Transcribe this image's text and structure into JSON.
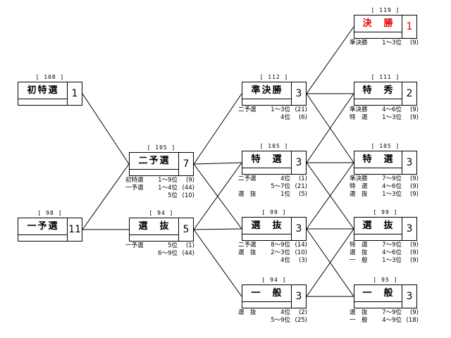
{
  "nodes": {
    "final": {
      "code": "[ 119 ]",
      "name": "決　勝",
      "count": "1",
      "color": "#e00000",
      "notes": [
        {
          "src": "準決勝",
          "rank": "1～3位",
          "num": "(9)"
        }
      ]
    },
    "hatsutoku": {
      "code": "[ 108 ]",
      "name": "初特選",
      "count": "1",
      "notes": []
    },
    "ichiyo": {
      "code": "[ 98 ]",
      "name": "一予選",
      "count": "11",
      "notes": []
    },
    "niyo": {
      "code": "[ 105 ]",
      "name": "二予選",
      "count": "7",
      "notes": [
        {
          "src": "初特選",
          "rank": "1～9位",
          "num": "(9)"
        },
        {
          "src": "一予選",
          "rank": "1～4位",
          "num": "(44)"
        },
        {
          "src": "",
          "rank": "5位",
          "num": "(10)"
        }
      ]
    },
    "senbatsu1": {
      "code": "[ 94 ]",
      "name": "選　抜",
      "count": "5",
      "notes": [
        {
          "src": "一予選",
          "rank": "5位",
          "num": "(1)"
        },
        {
          "src": "",
          "rank": "6～9位",
          "num": "(44)"
        }
      ]
    },
    "junkessho": {
      "code": "[ 112 ]",
      "name": "準決勝",
      "count": "3",
      "notes": [
        {
          "src": "二予選",
          "rank": "1～3位",
          "num": "(21)"
        },
        {
          "src": "",
          "rank": "4位",
          "num": "(6)"
        }
      ]
    },
    "tokusen2": {
      "code": "[ 105 ]",
      "name": "特　選",
      "count": "3",
      "notes": [
        {
          "src": "二予選",
          "rank": "4位",
          "num": "(1)"
        },
        {
          "src": "",
          "rank": "5～7位",
          "num": "(21)"
        },
        {
          "src": "選　抜",
          "rank": "1位",
          "num": "(5)"
        }
      ]
    },
    "senbatsu2": {
      "code": "[ 99 ]",
      "name": "選　抜",
      "count": "3",
      "notes": [
        {
          "src": "二予選",
          "rank": "8～9位",
          "num": "(14)"
        },
        {
          "src": "選　抜",
          "rank": "2～3位",
          "num": "(10)"
        },
        {
          "src": "",
          "rank": "4位",
          "num": "(3)"
        }
      ]
    },
    "ippan2": {
      "code": "[ 94 ]",
      "name": "一　般",
      "count": "3",
      "notes": [
        {
          "src": "選　抜",
          "rank": "4位",
          "num": "(2)"
        },
        {
          "src": "",
          "rank": "5～9位",
          "num": "(25)"
        }
      ]
    },
    "tokushu": {
      "code": "[ 111 ]",
      "name": "特　秀",
      "count": "2",
      "notes": [
        {
          "src": "準決勝",
          "rank": "4～6位",
          "num": "(9)"
        },
        {
          "src": "特　選",
          "rank": "1～3位",
          "num": "(9)"
        }
      ]
    },
    "tokusen3": {
      "code": "[ 105 ]",
      "name": "特　選",
      "count": "3",
      "notes": [
        {
          "src": "準決勝",
          "rank": "7～9位",
          "num": "(9)"
        },
        {
          "src": "特　選",
          "rank": "4～6位",
          "num": "(9)"
        },
        {
          "src": "選　抜",
          "rank": "1～3位",
          "num": "(9)"
        }
      ]
    },
    "senbatsu3": {
      "code": "[ 99 ]",
      "name": "選　抜",
      "count": "3",
      "notes": [
        {
          "src": "特　選",
          "rank": "7～9位",
          "num": "(9)"
        },
        {
          "src": "選　抜",
          "rank": "4～6位",
          "num": "(9)"
        },
        {
          "src": "一　般",
          "rank": "1～3位",
          "num": "(9)"
        }
      ]
    },
    "ippan3": {
      "code": "[ 95 ]",
      "name": "一　般",
      "count": "3",
      "notes": [
        {
          "src": "選　抜",
          "rank": "7～9位",
          "num": "(9)"
        },
        {
          "src": "一　般",
          "rank": "4～9位",
          "num": "(18)"
        }
      ]
    }
  },
  "edges": [
    [
      "hatsutoku",
      "niyo"
    ],
    [
      "ichiyo",
      "niyo"
    ],
    [
      "ichiyo",
      "senbatsu1"
    ],
    [
      "niyo",
      "junkessho"
    ],
    [
      "niyo",
      "tokusen2"
    ],
    [
      "niyo",
      "senbatsu2"
    ],
    [
      "senbatsu1",
      "tokusen2"
    ],
    [
      "senbatsu1",
      "senbatsu2"
    ],
    [
      "senbatsu1",
      "ippan2"
    ],
    [
      "junkessho",
      "final"
    ],
    [
      "junkessho",
      "tokushu"
    ],
    [
      "junkessho",
      "tokusen3"
    ],
    [
      "tokusen2",
      "tokushu"
    ],
    [
      "tokusen2",
      "tokusen3"
    ],
    [
      "tokusen2",
      "senbatsu3"
    ],
    [
      "senbatsu2",
      "tokusen3"
    ],
    [
      "senbatsu2",
      "senbatsu3"
    ],
    [
      "senbatsu2",
      "ippan3"
    ],
    [
      "ippan2",
      "senbatsu3"
    ],
    [
      "ippan2",
      "ippan3"
    ]
  ]
}
